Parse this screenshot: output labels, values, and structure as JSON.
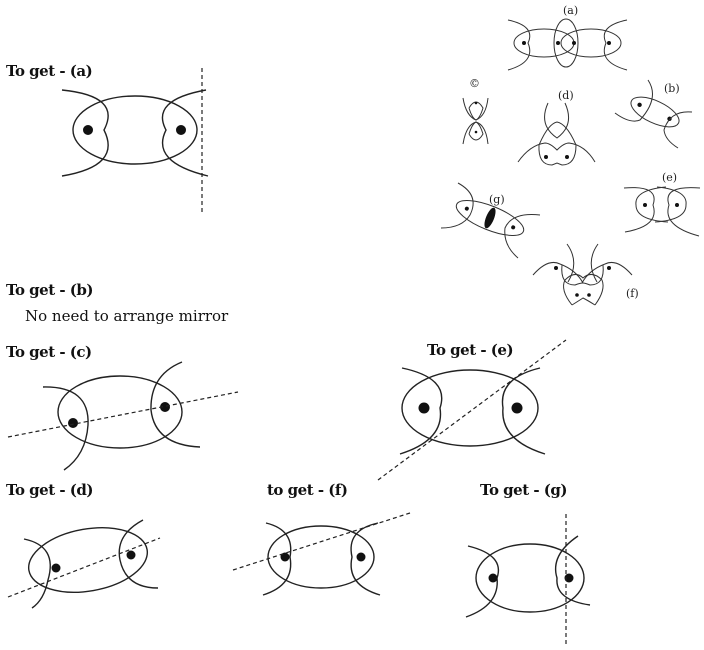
{
  "headings": {
    "a": "To get - (a)",
    "b": "To get - (b)",
    "b_note": "No need to arrange mirror",
    "c": "To get - (c)",
    "d": "To get - (d)",
    "e": "To get - (e)",
    "f": "to get - (f)",
    "g": "To get - (g)"
  },
  "reference_labels": {
    "a": "(a)",
    "b": "(b)",
    "c": "©",
    "d": "(d)",
    "e": "(e)",
    "f": "(f)",
    "g": "(g)"
  }
}
